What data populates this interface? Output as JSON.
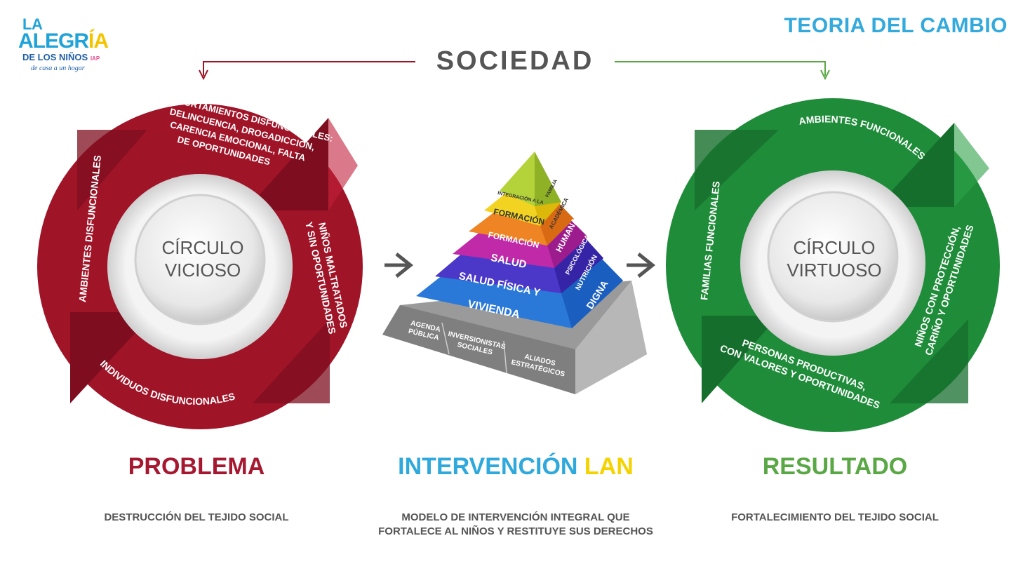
{
  "logo": {
    "line1": "LA",
    "line2a": "ALEGR",
    "line2b": "ÍA",
    "line3": "DE LOS NIÑOS",
    "suffix": "IAP",
    "tagline": "de casa a un hogar"
  },
  "title": "TEORIA DEL CAMBIO",
  "sociedad": "SOCIEDAD",
  "vicious": {
    "center_line1": "CÍRCULO",
    "center_line2": "VICIOSO",
    "top_lines": [
      "COMPORTAMIENTOS DISFUNCIONALES:",
      "DELINCUENCIA, DROGADICCIÓN,",
      "CARENCIA EMOCIONAL, FALTA",
      "DE  OPORTUNIDADES"
    ],
    "right_line1": "NIÑOS MALTRATADOS",
    "right_line2": "Y SIN OPORTUNIDADES",
    "bottom": "INDIVIDUOS DISFUNCIONALES",
    "left": "AMBIENTES DISFUNCIONALES",
    "color": "#a01428"
  },
  "pyramid": {
    "level1_left": "INTEGRACIÓN A LA",
    "level1_right": "FAMILIA",
    "level2_left": "FORMACIÓN",
    "level2_right": "ACADÉMICA",
    "level3_left": "FORMACIÓN",
    "level3_right": "HUMANA",
    "level4_left": "SALUD",
    "level4_right": "PSICOLÓGICA",
    "level5_left": "SALUD FÍSICA Y",
    "level5_right": "NUTRICIÓN",
    "level6_left": "VIVIENDA",
    "level6_right": "DIGNA",
    "base_1_line1": "AGENDA",
    "base_1_line2": "PÚBLICA",
    "base_2_line1": "INVERSIONISTAS",
    "base_2_line2": "SOCIALES",
    "base_3_line1": "ALIADOS",
    "base_3_line2": "ESTRATÉGICOS"
  },
  "virtuous": {
    "center_line1": "CÍRCULO",
    "center_line2": "VIRTUOSO",
    "top": "AMBIENTES FUNCIONALES",
    "right_line1": "NIÑOS CON PROTECCIÓN,",
    "right_line2": "CARIÑO Y OPORTUNIDADES",
    "bottom_line1": "PERSONAS PRODUCTIVAS,",
    "bottom_line2": "CON VALORES Y OPORTUNIDADES",
    "left": "FAMILIAS FUNCIONALES",
    "color": "#1f8c3a"
  },
  "problema": {
    "title": "PROBLEMA",
    "desc": "DESTRUCCIÓN DEL TEJIDO SOCIAL",
    "color": "#a51830"
  },
  "intervencion": {
    "title_a": "INTERVENCIÓN",
    "title_b": "LAN",
    "desc_line1": "MODELO DE INTERVENCIÓN INTEGRAL QUE",
    "desc_line2": "FORTALECE AL NIÑOS Y RESTITUYE SUS DERECHOS"
  },
  "resultado": {
    "title": "RESULTADO",
    "desc": "FORTALECIMIENTO DEL TEJIDO SOCIAL",
    "color": "#5aa845"
  }
}
